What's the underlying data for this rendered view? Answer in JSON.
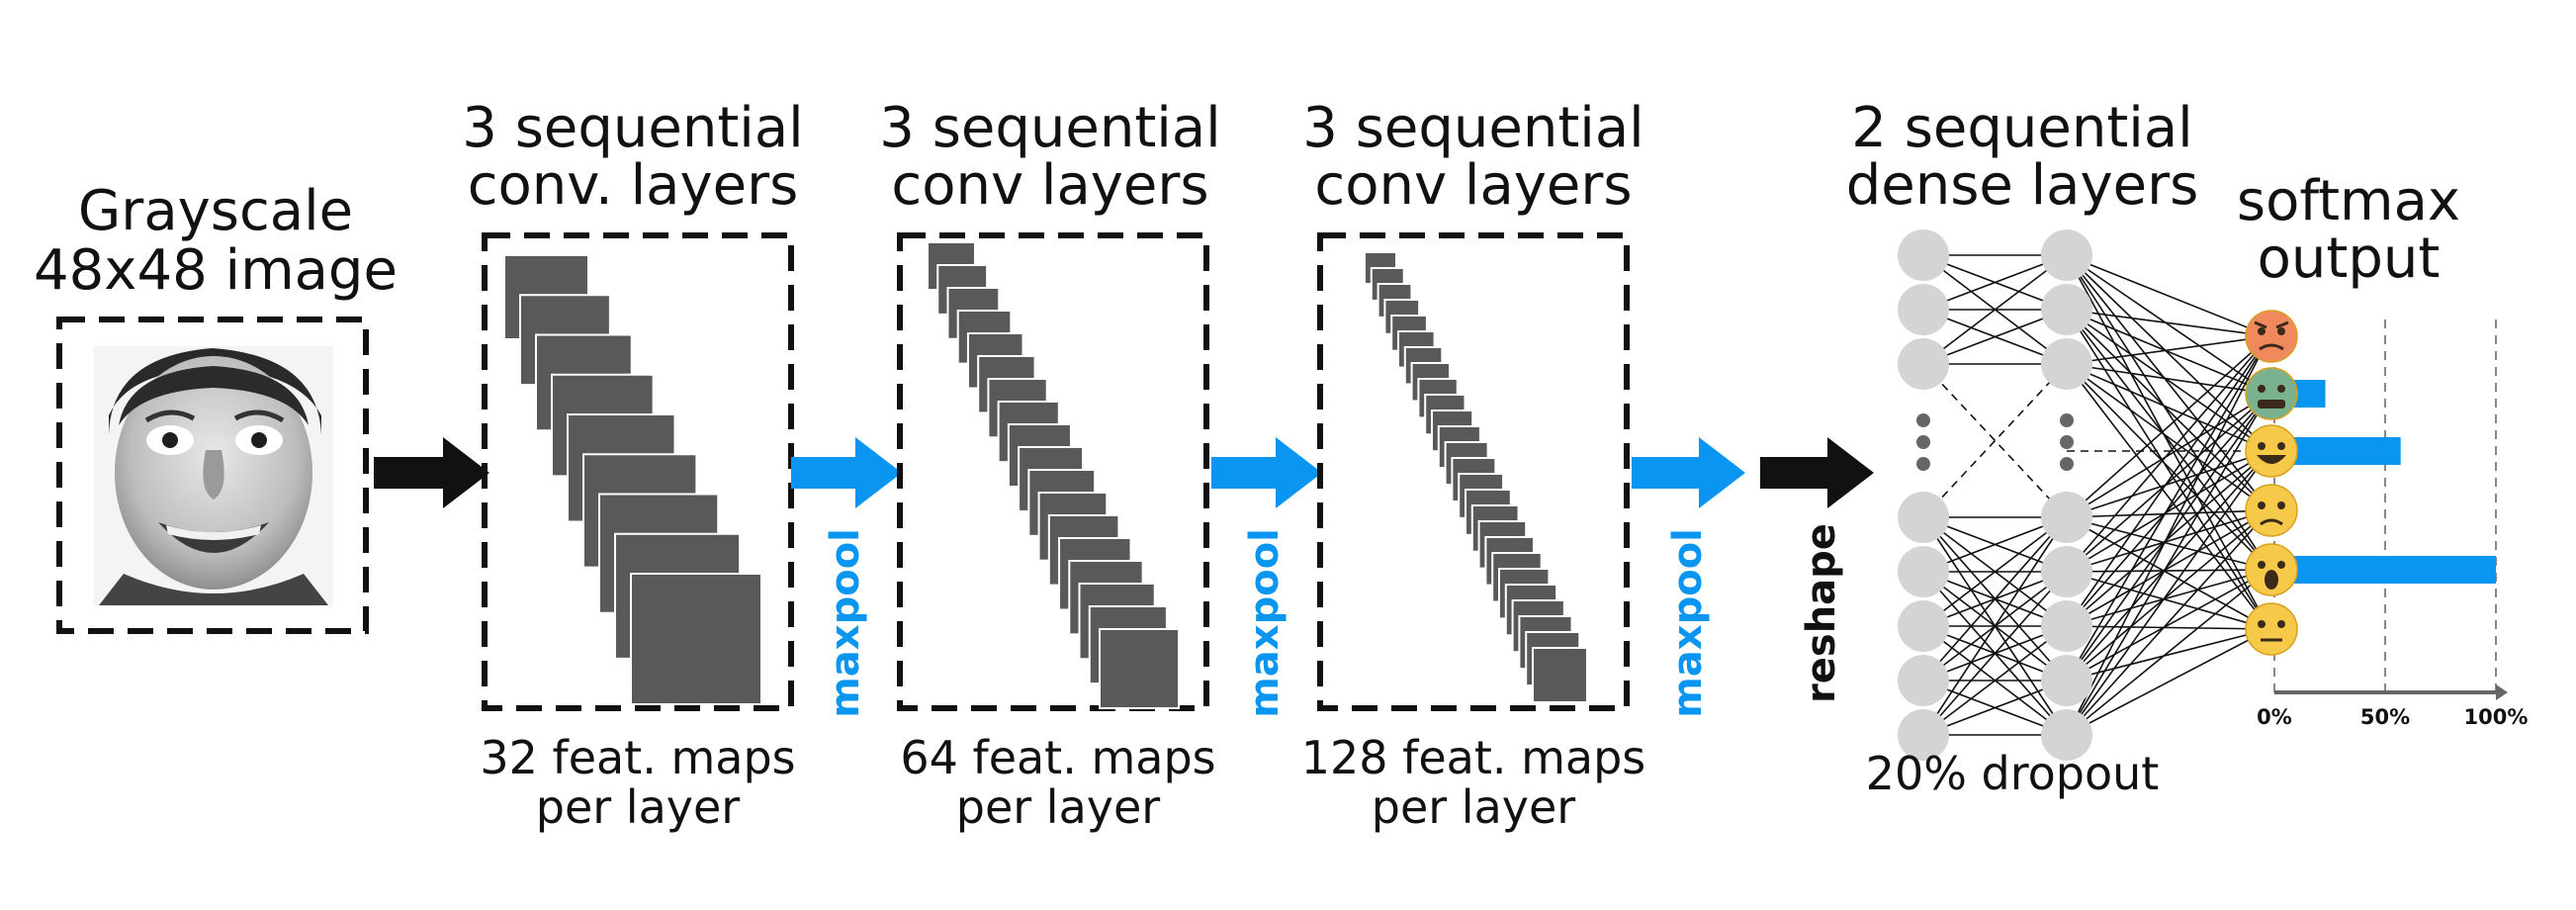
{
  "input": {
    "title_line1": "Grayscale",
    "title_line2": "48x48 image"
  },
  "conv1": {
    "title_line1": "3 sequential",
    "title_line2": "conv. layers",
    "caption_line1": "32 feat. maps",
    "caption_line2": "per layer"
  },
  "conv2": {
    "title_line1": "3 sequential",
    "title_line2": "conv layers",
    "caption_line1": "64 feat. maps",
    "caption_line2": "per layer"
  },
  "conv3": {
    "title_line1": "3 sequential",
    "title_line2": "conv layers",
    "caption_line1": "128 feat. maps",
    "caption_line2": "per layer"
  },
  "dense": {
    "title_line1": "2 sequential",
    "title_line2": "dense layers",
    "caption": "20% dropout"
  },
  "softmax": {
    "title_line1": "softmax",
    "title_line2": "output",
    "axis_ticks": [
      "0%",
      "50%",
      "100%"
    ],
    "emotions": [
      {
        "icon": "angry-face-icon",
        "probability": 0.07,
        "face": "#f08a5d"
      },
      {
        "icon": "sick-face-icon",
        "probability": 0.23,
        "face": "#7ab28f"
      },
      {
        "icon": "laughing-face-icon",
        "probability": 0.57,
        "face": "#f7c948"
      },
      {
        "icon": "sad-face-icon",
        "probability": 0.07,
        "face": "#f7c948"
      },
      {
        "icon": "surprised-face-icon",
        "probability": 1.0,
        "face": "#f7c948"
      },
      {
        "icon": "neutral-face-icon",
        "probability": 0.07,
        "face": "#f7c948"
      }
    ]
  },
  "labels": {
    "maxpool": "maxpool",
    "reshape": "reshape"
  },
  "colors": {
    "accent": "#0a96f0",
    "arrow_black": "#111111",
    "feature_map": "#595959",
    "node": "#d4d4d4"
  }
}
